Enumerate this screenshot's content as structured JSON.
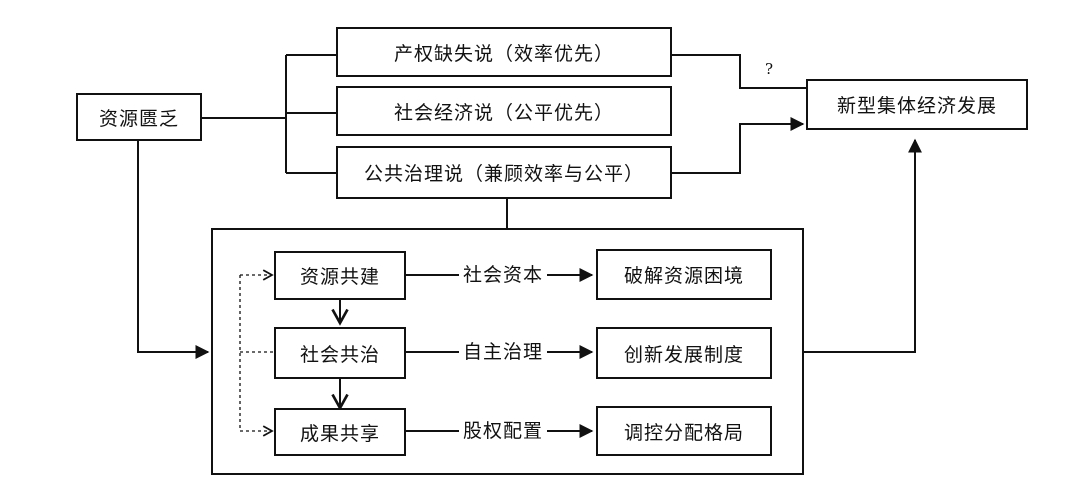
{
  "source": {
    "label": "资源匮乏"
  },
  "theories": [
    {
      "label": "产权缺失说（效率优先）"
    },
    {
      "label": "社会经济说（公平优先）"
    },
    {
      "label": "公共治理说（兼顾效率与公平）"
    }
  ],
  "question_mark": "?",
  "target": {
    "label": "新型集体经济发展"
  },
  "stages": [
    {
      "label": "资源共建"
    },
    {
      "label": "社会共治"
    },
    {
      "label": "成果共享"
    }
  ],
  "mechanisms": [
    {
      "label": "社会资本"
    },
    {
      "label": "自主治理"
    },
    {
      "label": "股权配置"
    }
  ],
  "outcomes": [
    {
      "label": "破解资源困境"
    },
    {
      "label": "创新发展制度"
    },
    {
      "label": "调控分配格局"
    }
  ],
  "colors": {
    "line": "#111111",
    "background": "#ffffff"
  }
}
